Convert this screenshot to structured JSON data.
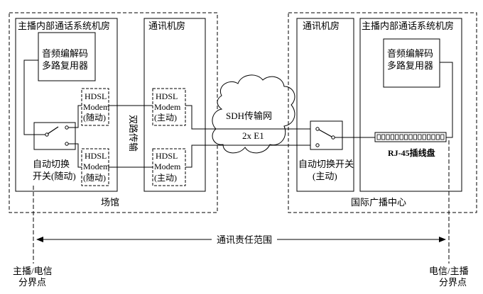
{
  "venue": {
    "outer_label": "场馆",
    "broadcast_room_title": "主播内部通话系统机房",
    "codec_label_line1": "音频编解码",
    "codec_label_line2": "多路复用器",
    "modem_top_line1": "HDSL",
    "modem_top_line2": "Modem",
    "modem_top_line3": "(随动)",
    "modem_bottom_line1": "HDSL",
    "modem_bottom_line2": "Modem",
    "modem_bottom_line3": "(随动)",
    "switch_label_line1": "自动切换",
    "switch_label_line2": "开关(随动)",
    "dual_route_label": "双路传输",
    "comm_room_title": "通讯机房",
    "comm_modem_top_line1": "HDSL",
    "comm_modem_top_line2": "Modem",
    "comm_modem_top_line3": "(主动)",
    "comm_modem_bottom_line1": "HDSL",
    "comm_modem_bottom_line2": "Modem",
    "comm_modem_bottom_line3": "(主动)"
  },
  "network": {
    "cloud_label": "SDH传输网",
    "link_label": "2x E1"
  },
  "ibc": {
    "outer_label": "国际广播中心",
    "comm_room_title": "通讯机房",
    "switch_label_line1": "自动切换开关",
    "switch_label_line2": "(主动)",
    "broadcast_room_title": "主播内部通话系统机房",
    "codec_label_line1": "音频编解码",
    "codec_label_line2": "多路复用器",
    "patch_panel_label": "RJ-45插线盘"
  },
  "scope": {
    "responsibility_label": "通讯责任范围",
    "left_boundary_line1": "主播/电信",
    "left_boundary_line2": "分界点",
    "right_boundary_line1": "电信/主播",
    "right_boundary_line2": "分界点"
  }
}
